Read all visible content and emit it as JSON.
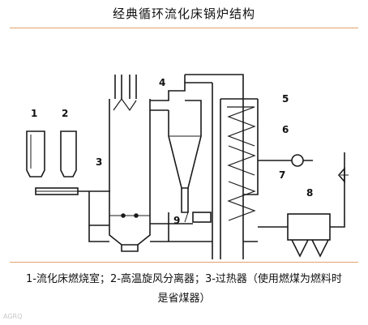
{
  "title": "经典循环流化床锅炉结构",
  "caption": {
    "line1": "1-流化床燃烧室；2-高温旋风分离器；3-过热器（使用燃煤为燃料时",
    "line2": "是省煤器）"
  },
  "labels": [
    "1",
    "2",
    "3",
    "4",
    "5",
    "6",
    "7",
    "8",
    "9"
  ],
  "watermark": "AGRQ",
  "colors": {
    "rule": "#e2a06a",
    "line": "#1a1a1a"
  }
}
